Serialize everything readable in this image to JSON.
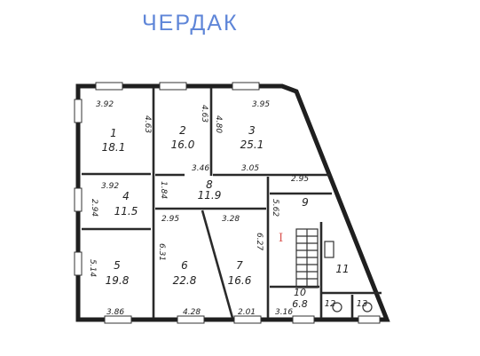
{
  "title": "ЧЕРДАК",
  "rooms": [
    {
      "num": "1",
      "area": "18.1"
    },
    {
      "num": "2",
      "area": "16.0"
    },
    {
      "num": "3",
      "area": "25.1"
    },
    {
      "num": "4",
      "area": "11.5"
    },
    {
      "num": "8",
      "area": "11.9"
    },
    {
      "num": "9",
      "area": ""
    },
    {
      "num": "5",
      "area": "19.8"
    },
    {
      "num": "6",
      "area": "22.8"
    },
    {
      "num": "7",
      "area": "16.6"
    },
    {
      "num": "10",
      "area": "6.8"
    },
    {
      "num": "11",
      "area": ""
    },
    {
      "num": "12",
      "area": ""
    },
    {
      "num": "13",
      "area": ""
    }
  ],
  "dimensions": [
    "3.92",
    "4.63",
    "4.63",
    "4.80",
    "3.95",
    "3.46",
    "3.05",
    "2.95",
    "3.92",
    "2.94",
    "1.84",
    "2.95",
    "3.28",
    "5.62",
    "6.31",
    "6.27",
    "5.14",
    "3.86",
    "4.28",
    "2.01",
    "3.16"
  ],
  "marker": "I"
}
